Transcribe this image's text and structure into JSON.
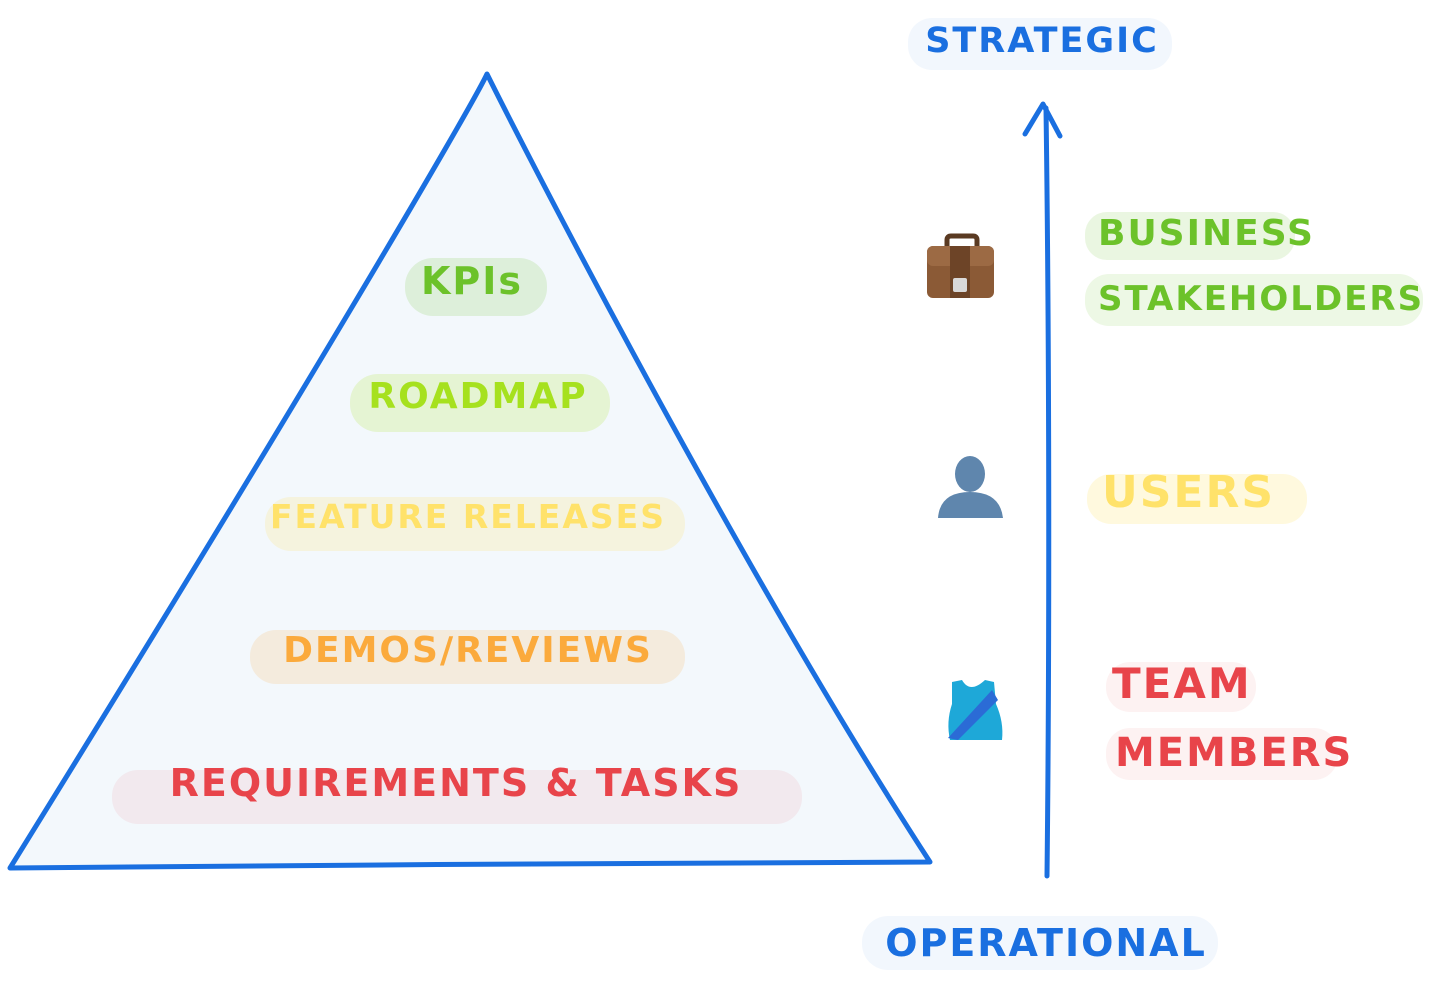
{
  "colors": {
    "line": "#1a6fe0",
    "triangle_fill": "#f3f8fc",
    "kpis": "#6cc22a",
    "roadmap": "#a6e11e",
    "features": "#ffe26a",
    "demos": "#fbaa3c",
    "requirements": "#e8444a",
    "business": "#6cc22a",
    "users": "#ffe26a",
    "team": "#e8444a"
  },
  "pyramid": {
    "levels": [
      {
        "label": "KPIs",
        "color_key": "kpis"
      },
      {
        "label": "ROADMAP",
        "color_key": "roadmap"
      },
      {
        "label": "FEATURE RELEASES",
        "color_key": "features"
      },
      {
        "label": "DEMOS/REVIEWS",
        "color_key": "demos"
      },
      {
        "label": "REQUIREMENTS & TASKS",
        "color_key": "requirements"
      }
    ]
  },
  "axis": {
    "top_label": "STRATEGIC",
    "bottom_label": "OPERATIONAL"
  },
  "groups": [
    {
      "icon": "briefcase-icon",
      "line1": "BUSINESS",
      "line2": "STAKEHOLDERS",
      "color_key": "business"
    },
    {
      "icon": "person-silhouette-icon",
      "line1": "USERS",
      "line2": "",
      "color_key": "users"
    },
    {
      "icon": "running-shirt-icon",
      "line1": "TEAM",
      "line2": "MEMBERS",
      "color_key": "team"
    }
  ]
}
